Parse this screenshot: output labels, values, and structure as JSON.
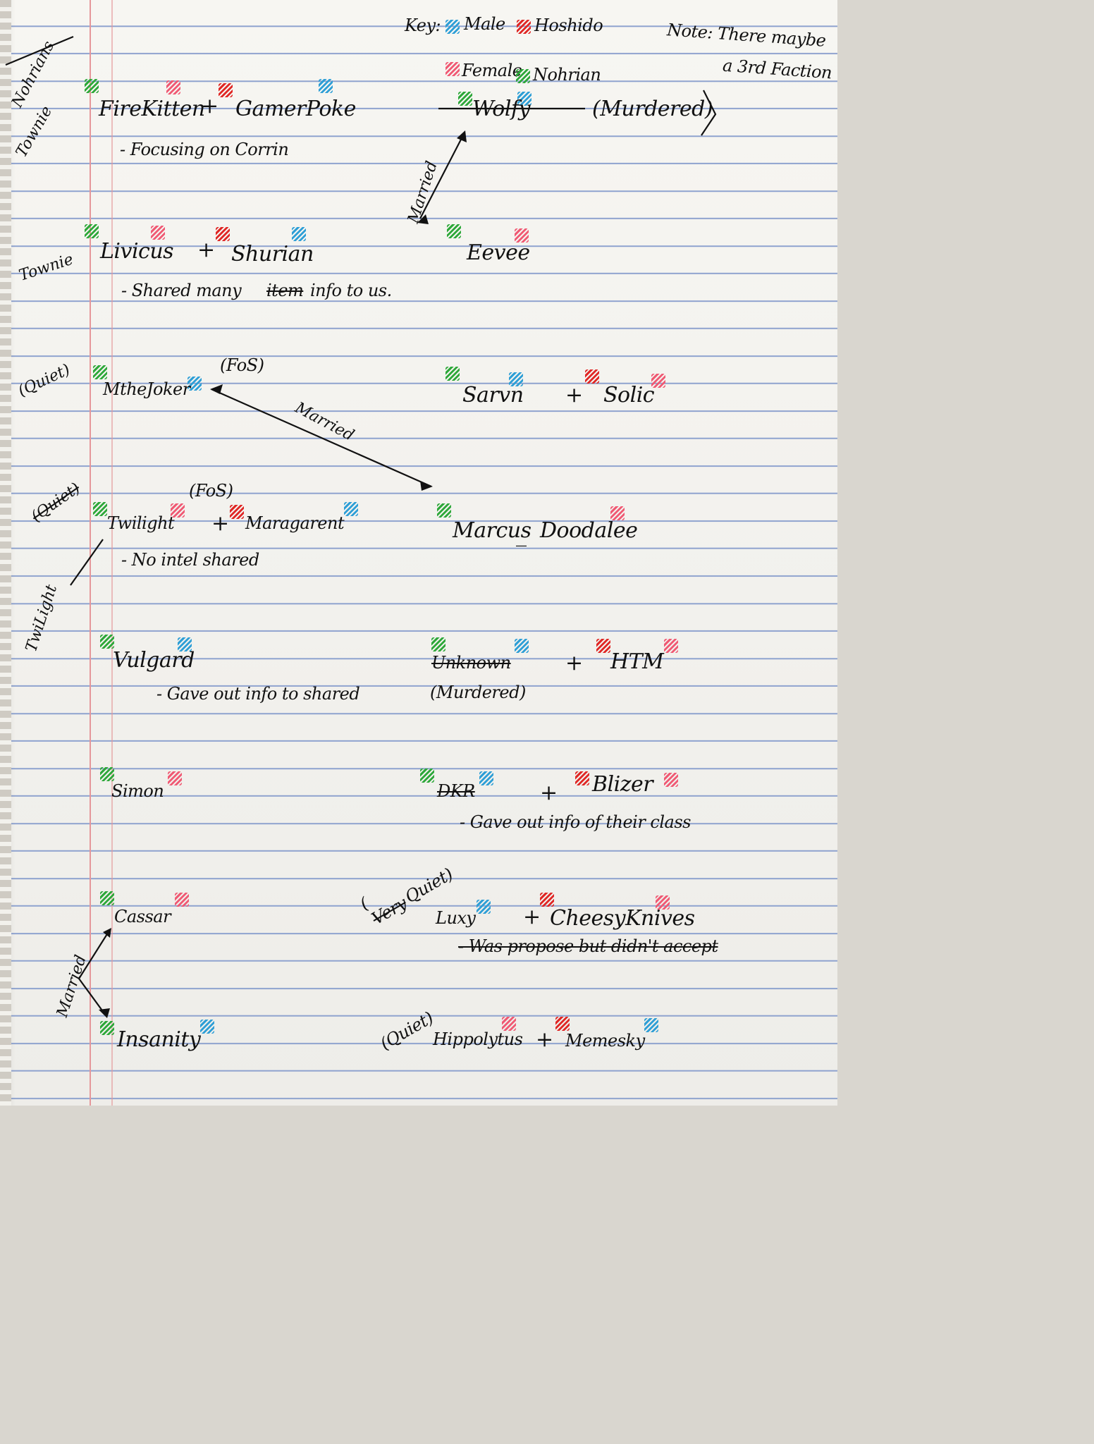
{
  "colors": {
    "male": "#2f9fd6",
    "female": "#f05a74",
    "hoshido": "#e02826",
    "nohrian": "#2ea83a"
  },
  "header": {
    "nohrians": "Nohrians",
    "key": "Key:",
    "male": "Male",
    "hoshido": "Hoshido",
    "female": "Female",
    "nohrian": "Nohrian",
    "note": "Note: There maybe",
    "note2": "a 3rd Faction"
  },
  "side": {
    "townie1": "Townie",
    "townie2": "Townie",
    "quiet1": "(Quiet)",
    "quiet2": "(Quiet)",
    "twilight": "TwiLight",
    "married_left": "Married",
    "married_top": "Married",
    "married_mid": "Married"
  },
  "left": {
    "pair1": {
      "a": "FireKitten",
      "plus": "+",
      "b": "GamerPoke",
      "note": "- Focusing on Corrin"
    },
    "pair2": {
      "a": "Livicus",
      "plus": "+",
      "b": "Shurian",
      "note_a": "- Shared many",
      "note_strike": "item",
      "note_b": "info to us."
    },
    "mthejoker": "MtheJoker",
    "fos1": "(FoS)",
    "pair3": {
      "a": "Twilight",
      "fos": "(FoS)",
      "plus": "+",
      "b": "Maragarent",
      "note": "- No intel shared"
    },
    "vulgard": "Vulgard",
    "vulgard_note": "- Gave out info to shared",
    "simon": "Simon",
    "cassar": "Cassar",
    "insanity": "Insanity"
  },
  "right": {
    "wolfy": "Wolfy",
    "murdered1": "(Murdered)",
    "eevee": "Eevee",
    "pair_sarvn": {
      "a": "Sarvn",
      "plus": "+",
      "b": "Solic"
    },
    "marcus": "Marcus",
    "dash": "_",
    "doodalee": "Doodalee",
    "unknown": "Unknown",
    "plus_htm": "+",
    "htm": "HTM",
    "murdered2": "(Murdered)",
    "dkr": "DKR",
    "plus_dkr": "+",
    "blizer": "Blizer",
    "dkr_note": "- Gave out info of their class",
    "quiet3_strike": "Very",
    "quiet3": "Quiet)",
    "quiet3_open": "(",
    "luxy": "Luxy",
    "plus_luxy": "+",
    "cheesy": "CheesyKnives",
    "luxy_note": "- Was propose but didn't accept",
    "quiet4": "(Quiet)",
    "hippolytus": "Hippolytus",
    "plus_hip": "+",
    "memesky": "Memesky"
  }
}
